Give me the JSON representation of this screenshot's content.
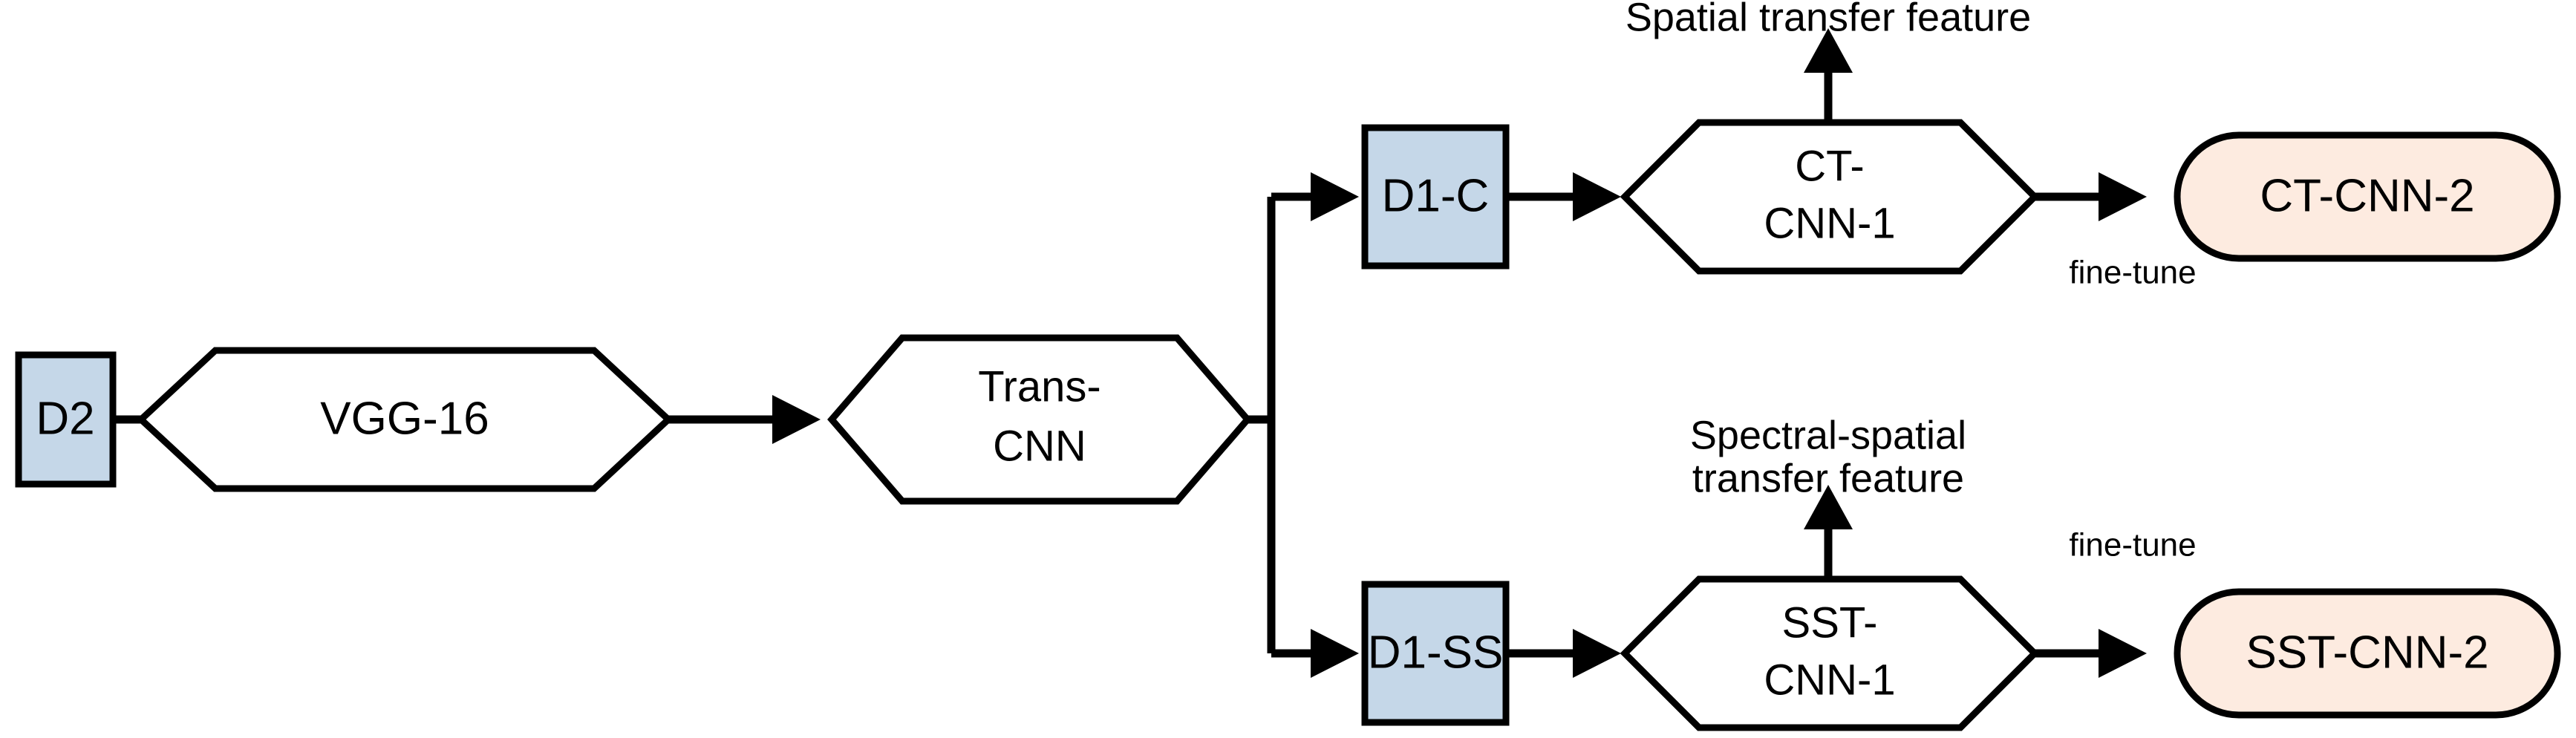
{
  "diagram": {
    "title": "Transfer learning CNN pipeline",
    "colors": {
      "dataset_fill": "#c5d7e8",
      "process_fill": "#ffffff",
      "output_fill": "#fdebe0",
      "stroke": "#000000",
      "background": "#ffffff"
    },
    "nodes": {
      "d2": {
        "label": "D2",
        "shape": "rectangle",
        "fill_role": "dataset"
      },
      "vgg16": {
        "label": "VGG-16",
        "shape": "hexagon",
        "fill_role": "process"
      },
      "trans_cnn": {
        "label_line1": "Trans-",
        "label_line2": "CNN",
        "shape": "hexagon",
        "fill_role": "process"
      },
      "d1_c": {
        "label": "D1-C",
        "shape": "rectangle",
        "fill_role": "dataset"
      },
      "ct_cnn_1": {
        "label_line1": "CT-",
        "label_line2": "CNN-1",
        "shape": "hexagon",
        "fill_role": "process"
      },
      "ct_cnn_2": {
        "label": "CT-CNN-2",
        "shape": "stadium",
        "fill_role": "output"
      },
      "d1_ss": {
        "label": "D1-SS",
        "shape": "rectangle",
        "fill_role": "dataset"
      },
      "sst_cnn_1": {
        "label_line1": "SST-",
        "label_line2": "CNN-1",
        "shape": "hexagon",
        "fill_role": "process"
      },
      "sst_cnn_2": {
        "label": "SST-CNN-2",
        "shape": "stadium",
        "fill_role": "output"
      }
    },
    "annotations": {
      "spatial_transfer": {
        "line1": "Spatial transfer feature"
      },
      "spectral_spatial_transfer": {
        "line1": "Spectral-spatial",
        "line2": "transfer feature"
      },
      "fine_tune_top": {
        "label": "fine-tune"
      },
      "fine_tune_bottom": {
        "label": "fine-tune"
      }
    }
  }
}
